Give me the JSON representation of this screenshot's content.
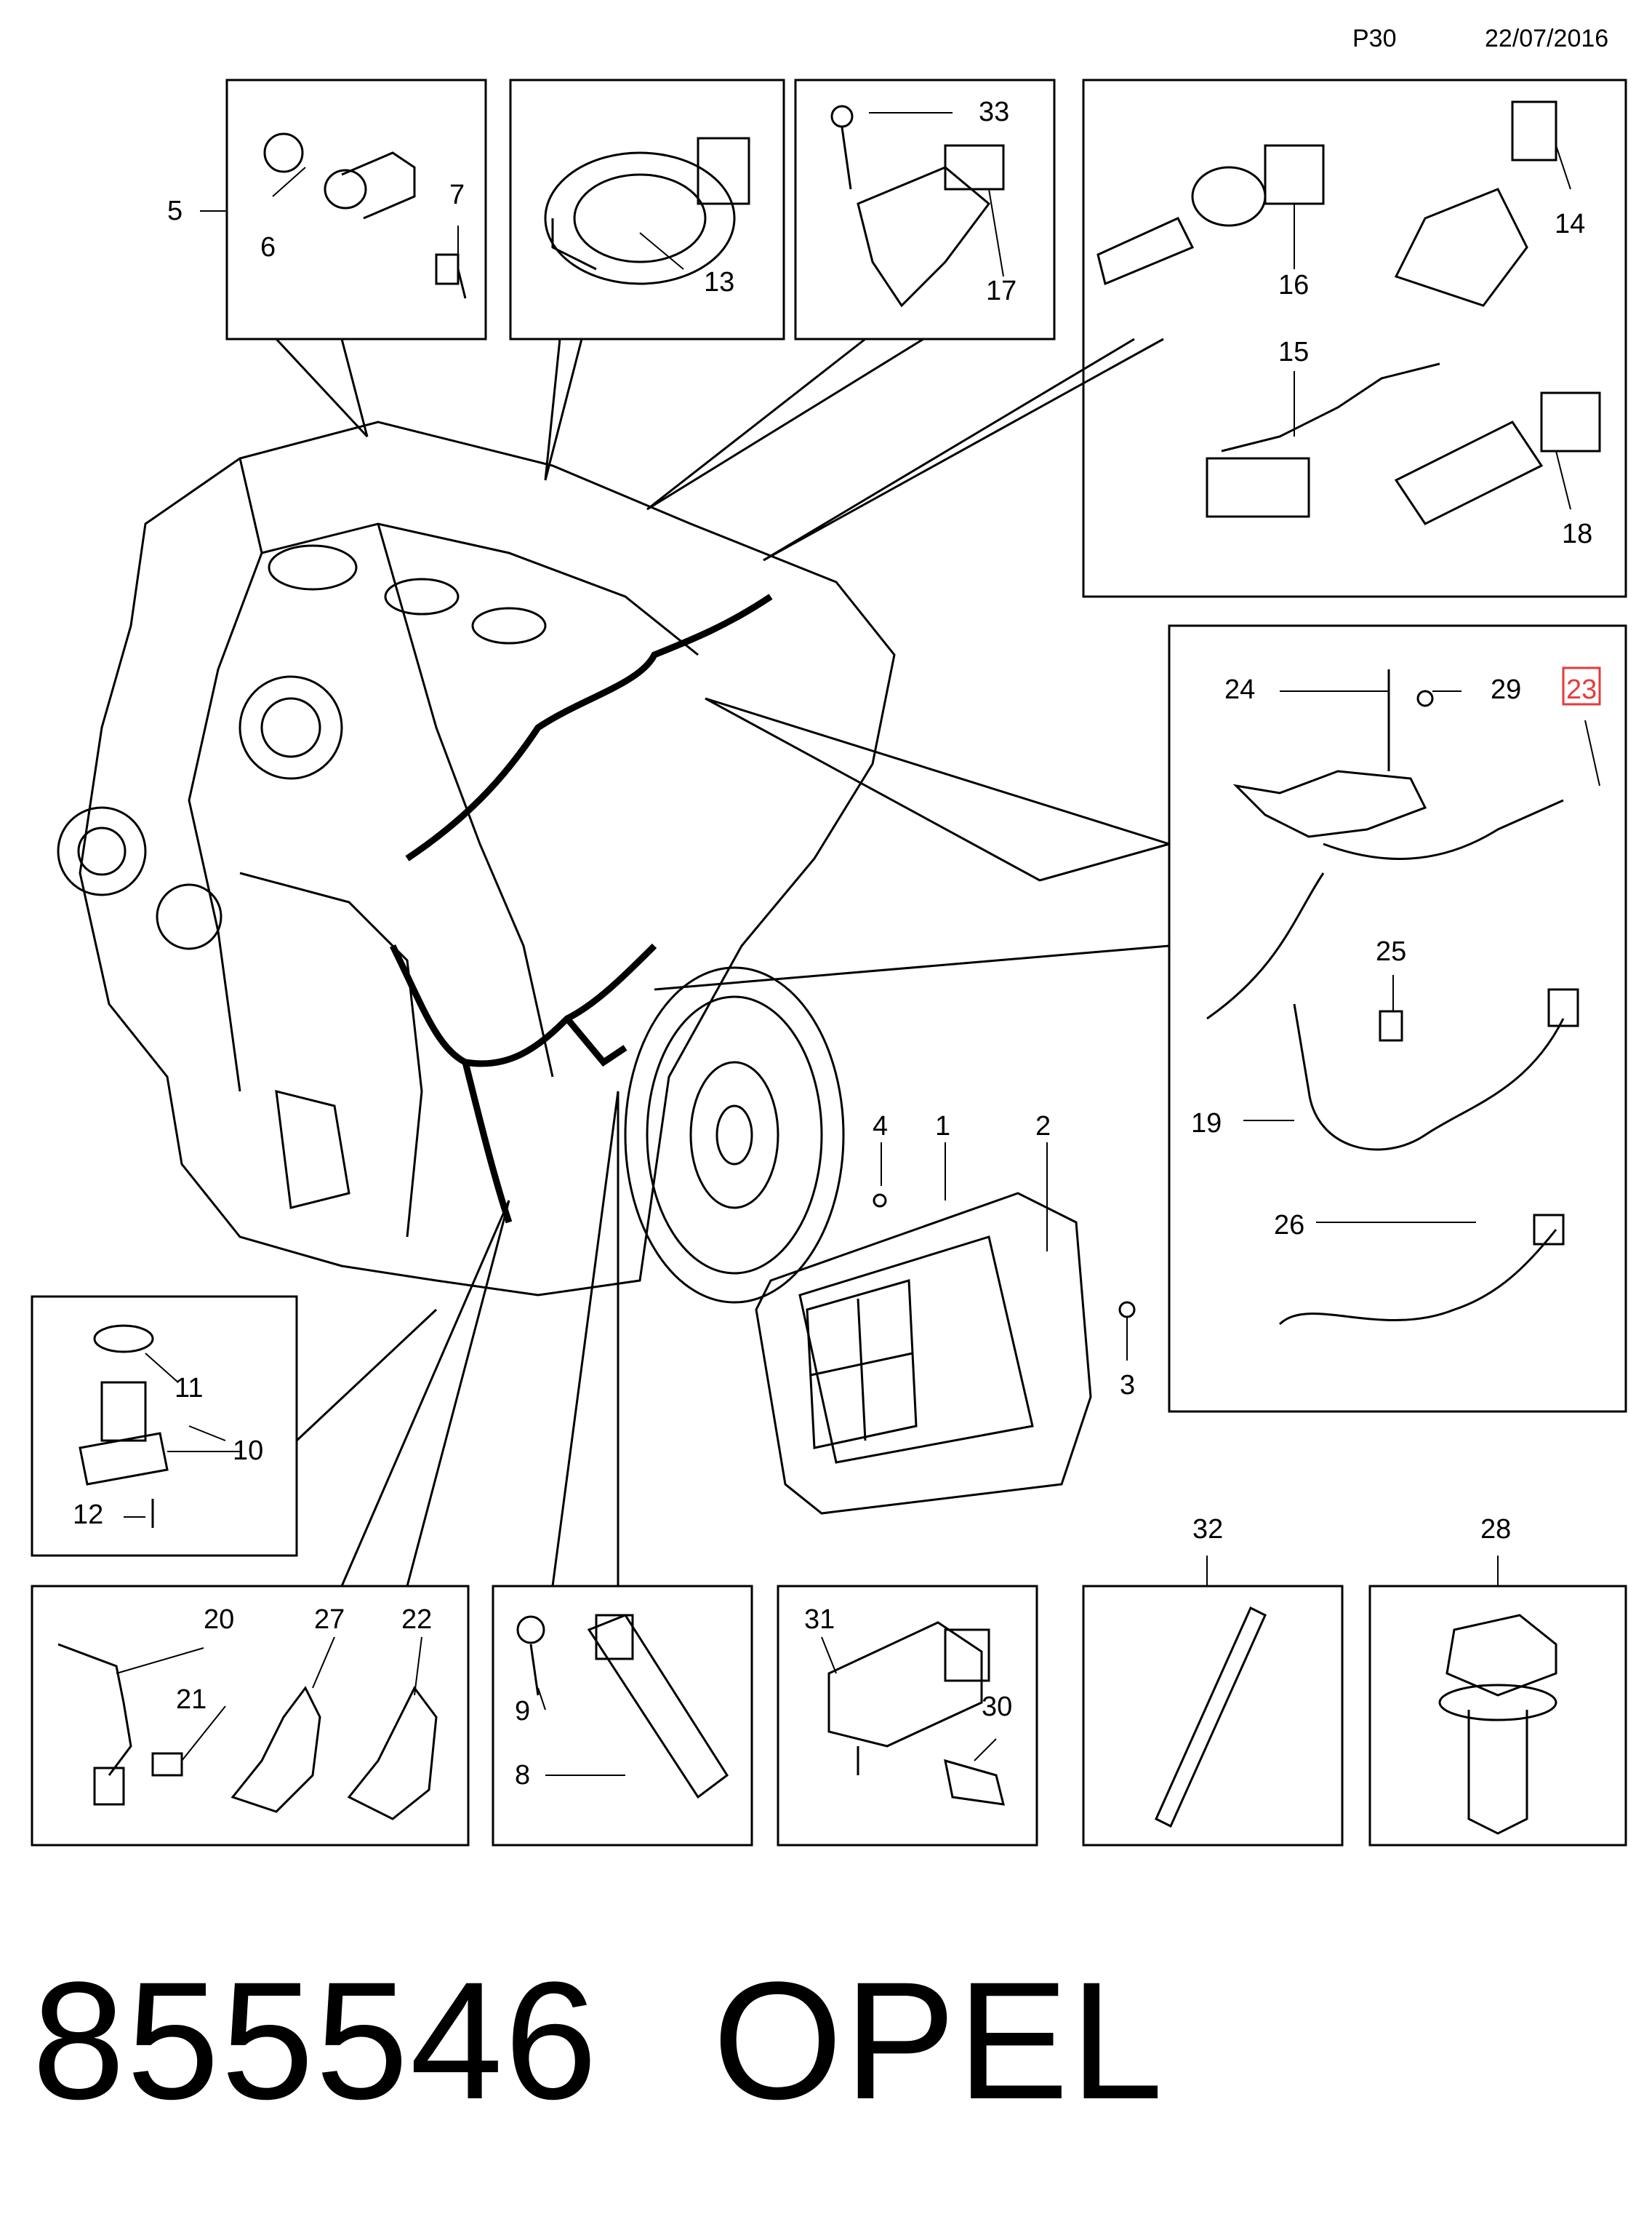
{
  "header": {
    "page_code": "P30",
    "date": "22/07/2016"
  },
  "footer": {
    "part_number": "855546",
    "brand": "OPEL"
  },
  "highlight": {
    "label": "23",
    "color": "#e53b3b"
  },
  "callouts": {
    "c1": "1",
    "c2": "2",
    "c3": "3",
    "c4": "4",
    "c5": "5",
    "c6": "6",
    "c7": "7",
    "c8": "8",
    "c9": "9",
    "c10": "10",
    "c11": "11",
    "c12": "12",
    "c13": "13",
    "c14": "14",
    "c15": "15",
    "c16": "16",
    "c17": "17",
    "c18": "18",
    "c19": "19",
    "c20": "20",
    "c21": "21",
    "c22": "22",
    "c23": "23",
    "c24": "24",
    "c25": "25",
    "c26": "26",
    "c27": "27",
    "c28": "28",
    "c29": "29",
    "c30": "30",
    "c31": "31",
    "c32": "32",
    "c33": "33"
  }
}
